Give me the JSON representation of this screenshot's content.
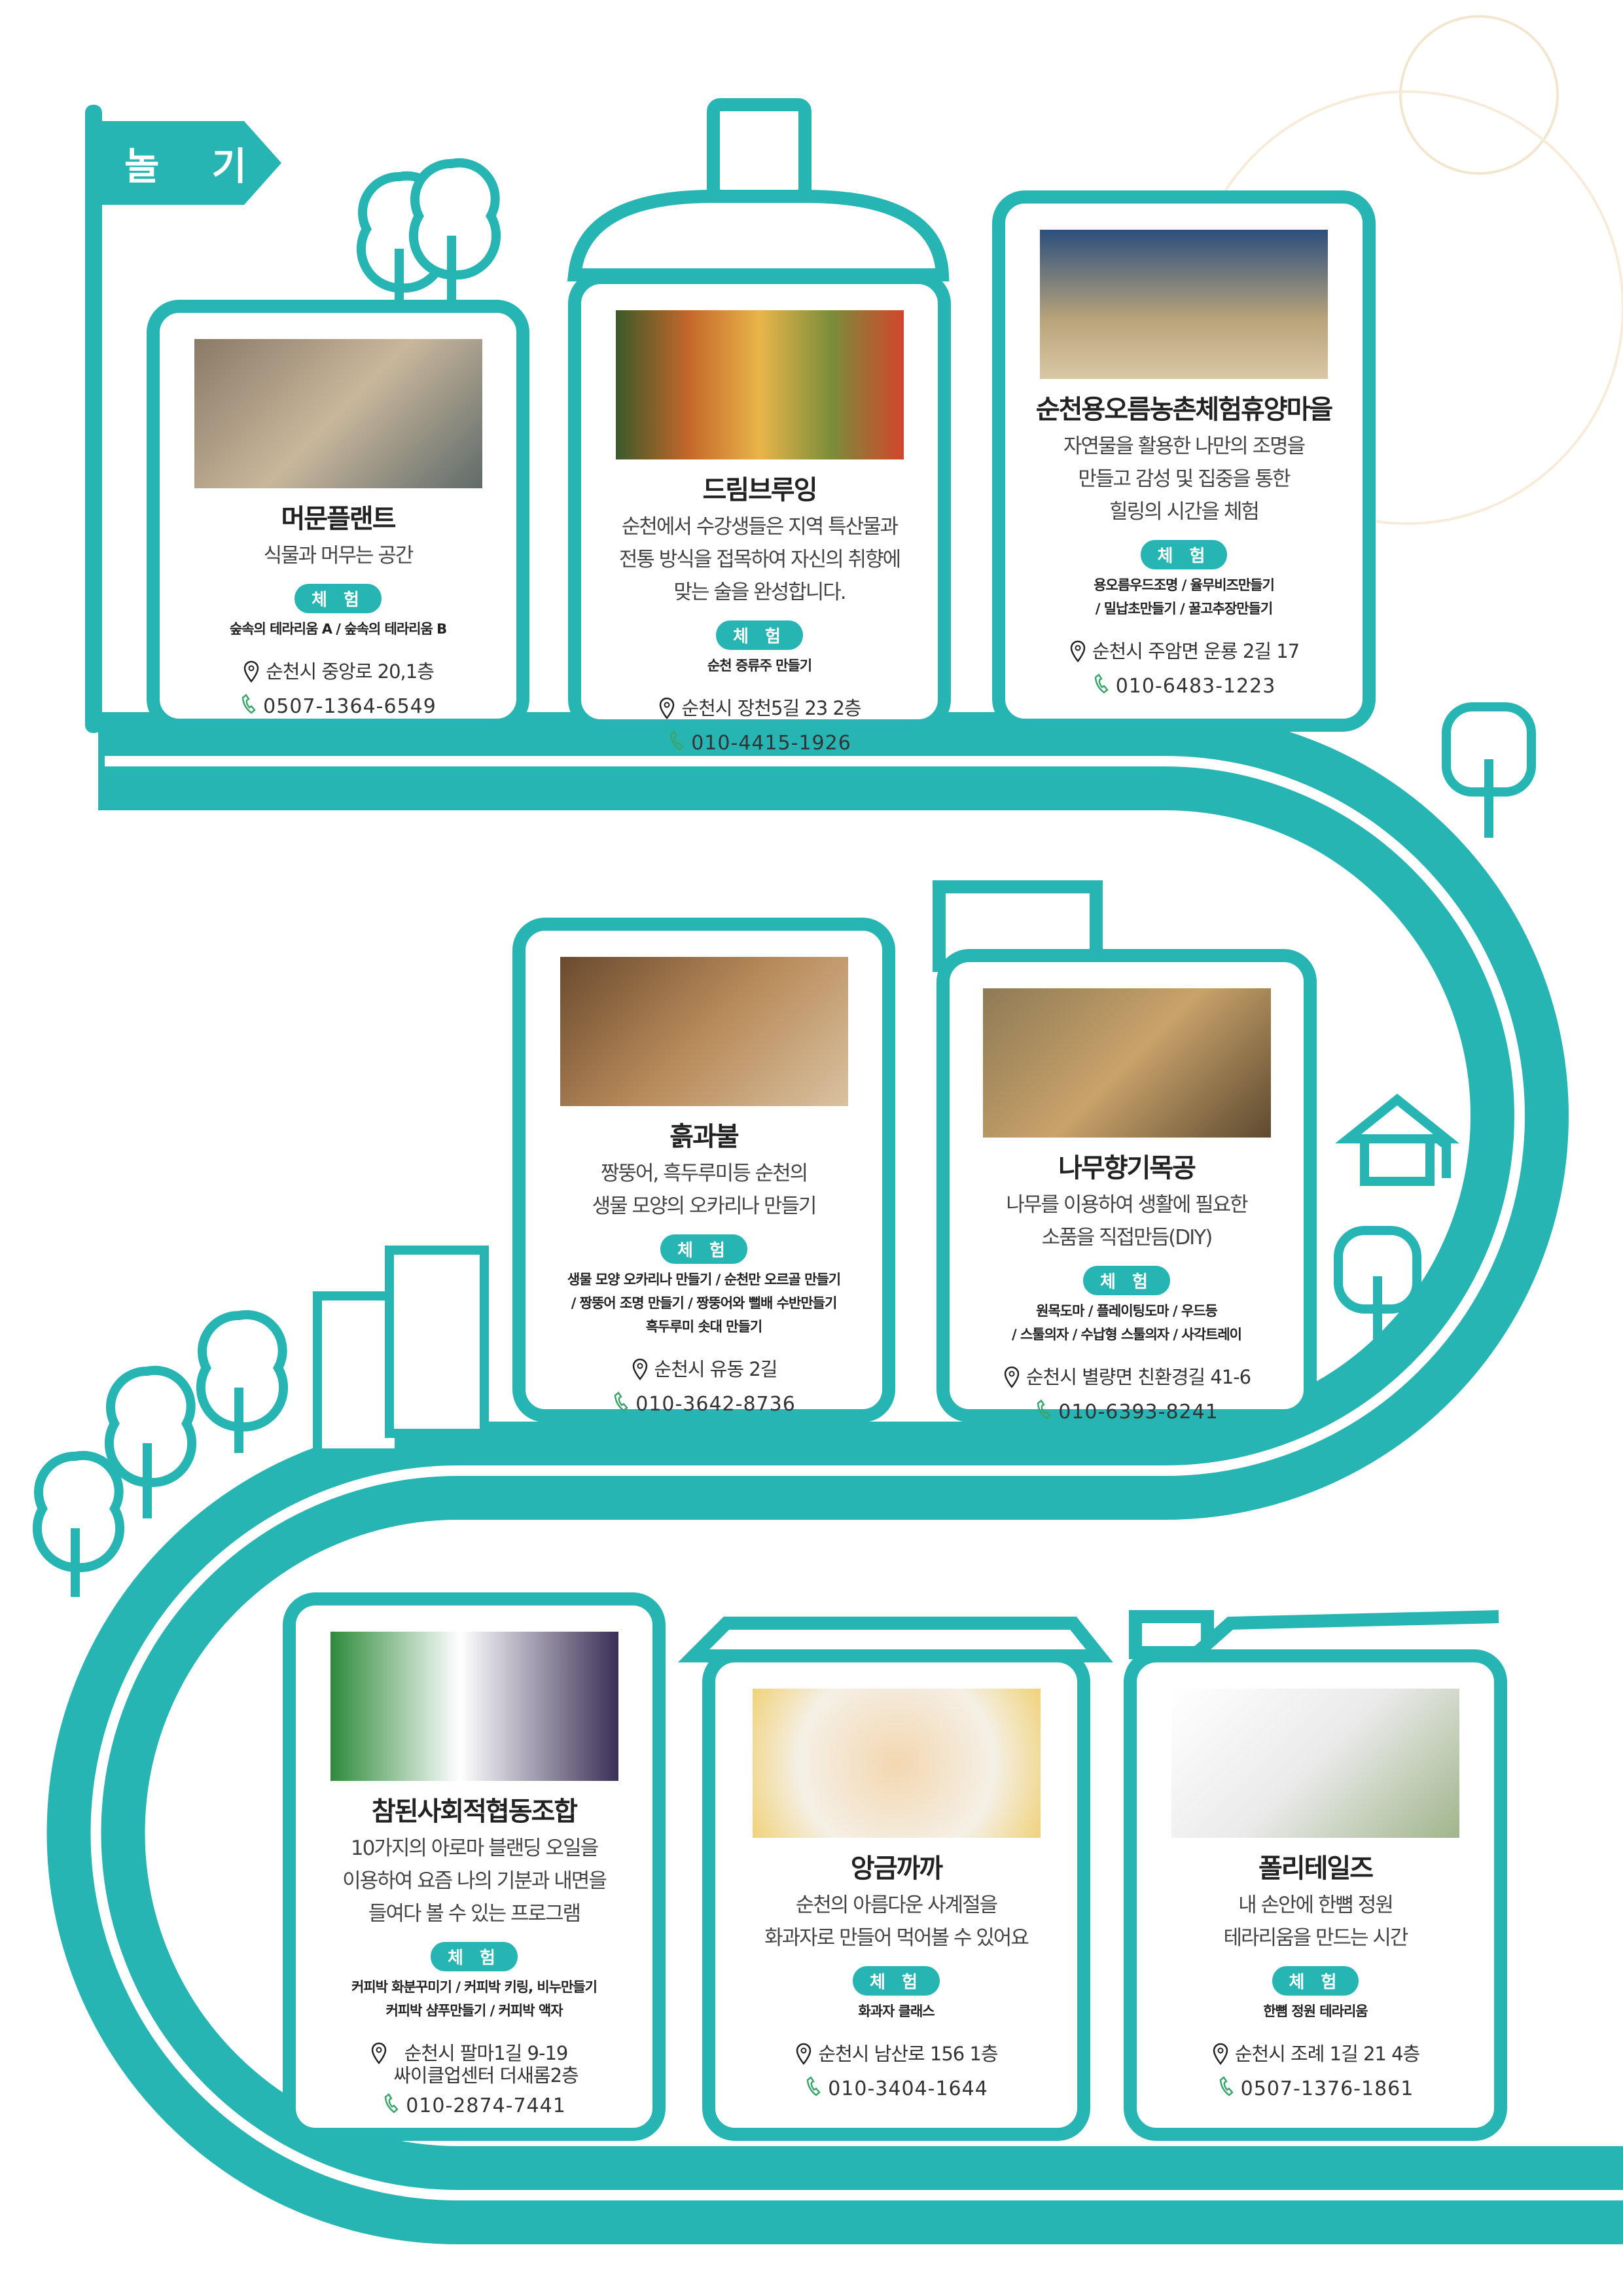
{
  "section_title": "놀 기",
  "experience_badge": "체 험",
  "colors": {
    "teal": "#27b5b4",
    "phone_icon": "#3aa66b"
  },
  "cards": [
    {
      "name": "머문플랜트",
      "desc": "식물과 머무는 공간",
      "experience": "숲속의 테라리움 A / 숲속의 테라리움 B",
      "address": "순천시 중앙로 20,1층",
      "phone": "0507-1364-6549",
      "image": "terrarium-bowl-photo"
    },
    {
      "name": "드림브루잉",
      "desc": "순천에서 수강생들은 지역 특산물과\n전통 방식을 접목하여 자신의 취향에\n맞는 술을 완성합니다.",
      "experience": "순천 증류주 만들기",
      "address": "순천시 장천5길 23 2층",
      "phone": "010-4415-1926",
      "image": "liquor-bottles-photo"
    },
    {
      "name": "순천용오름농촌체험휴양마을",
      "desc": "자연물을 활용한 나만의 조명을\n만들고 감성 및 집중을 통한\n힐링의 시간을 체험",
      "experience": "용오름우드조명 / 율무비즈만들기\n/ 밀납초만들기 / 꿀고추장만들기",
      "address": "순천시 주암면 운룡 2길 17",
      "phone": "010-6483-1223",
      "image": "wood-lamp-photo"
    },
    {
      "name": "흙과불",
      "desc": "짱뚱어, 흑두루미등 순천의\n생물 모양의 오카리나 만들기",
      "experience": "생물 모양 오카리나 만들기 / 순천만 오르골 만들기\n/ 짱뚱어 조명 만들기 / 짱뚱어와 뻘배 수반만들기\n흑두루미 솟대 만들기",
      "address": "순천시 유동 2길",
      "phone": "010-3642-8736",
      "image": "clay-ocarina-photo"
    },
    {
      "name": "나무향기목공",
      "desc": "나무를 이용하여 생활에 필요한\n소품을 직접만듬(DIY)",
      "experience": "원목도마 / 플레이팅도마 / 우드등\n/ 스툴의자 / 수납형 스툴의자 / 사각트레이",
      "address": "순천시 별량면 친환경길 41-6",
      "phone": "010-6393-8241",
      "image": "woodwork-group-photo"
    },
    {
      "name": "참된사회적협동조합",
      "desc": "10가지의 아로마 블랜딩 오일을\n이용하여 요즘 나의 기분과 내면을\n들여다 볼 수 있는 프로그램",
      "experience": "커피박 화분꾸미기 / 커피박 키링, 비누만들기\n커피박 샴푸만들기 / 커피박 액자",
      "address": "순천시 팔마1길 9-19\n싸이클업센터 더새롬2층",
      "phone": "010-2874-7441",
      "image": "keyring-photo"
    },
    {
      "name": "앙금까까",
      "desc": "순천의 아름다운 사계절을\n화과자로 만들어 먹어볼 수 있어요",
      "experience": "화과자 클래스",
      "address": "순천시 남산로 156 1층",
      "phone": "010-3404-1644",
      "image": "wagashi-photo"
    },
    {
      "name": "폴리테일즈",
      "desc": "내 손안에 한뼘 정원\n테라리움을 만드는 시간",
      "experience": "한뼘 정원 테라리움",
      "address": "순천시 조례 1길 21 4층",
      "phone": "0507-1376-1861",
      "image": "glass-terrarium-photo"
    }
  ]
}
